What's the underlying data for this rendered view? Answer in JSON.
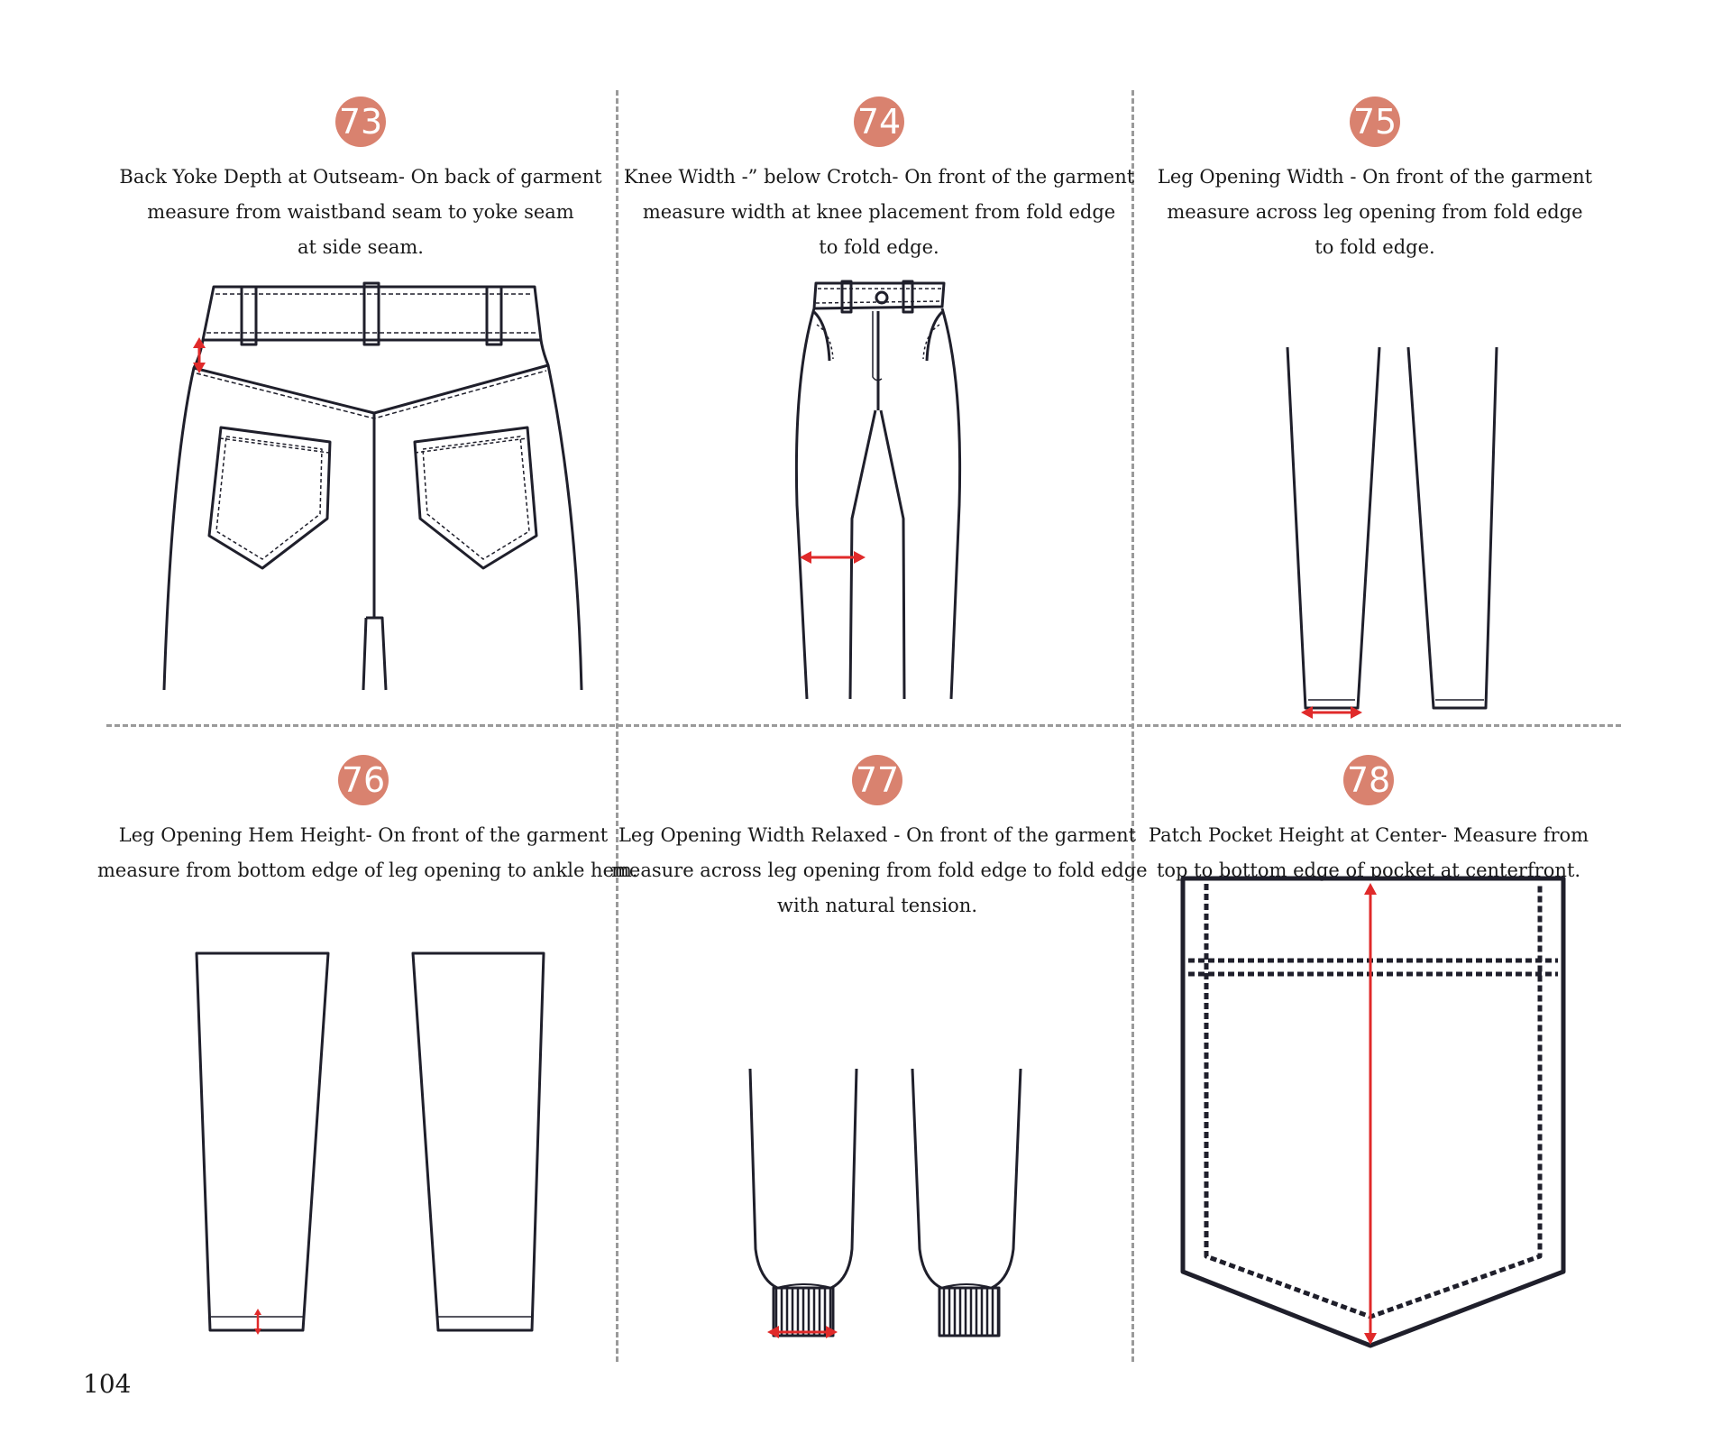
{
  "page_number": "104",
  "colors": {
    "badge": "#d9826f",
    "arrow": "#e02a2a",
    "line": "#1f1f2b",
    "divider": "#9a9a9a"
  },
  "items": [
    {
      "number": "73",
      "lines": [
        "Back Yoke Depth at Outseam- On back of garment",
        "measure from waistband seam to yoke seam",
        "at side seam."
      ]
    },
    {
      "number": "74",
      "lines": [
        "Knee Width -” below Crotch- On front of the garment",
        "measure width at knee placement from fold edge",
        "to fold edge."
      ]
    },
    {
      "number": "75",
      "lines": [
        "Leg Opening Width - On front of the garment",
        "measure across leg opening from fold edge",
        "to fold edge."
      ]
    },
    {
      "number": "76",
      "lines": [
        "Leg Opening Hem Height- On front of the garment",
        "measure from bottom edge of leg opening to ankle hem."
      ]
    },
    {
      "number": "77",
      "lines": [
        "Leg Opening Width Relaxed - On front of the garment",
        "measure across leg opening from fold edge to fold edge",
        "with natural tension."
      ]
    },
    {
      "number": "78",
      "lines": [
        "Patch Pocket Height at Center- Measure from",
        "top to bottom edge of pocket at centerfront."
      ]
    }
  ]
}
